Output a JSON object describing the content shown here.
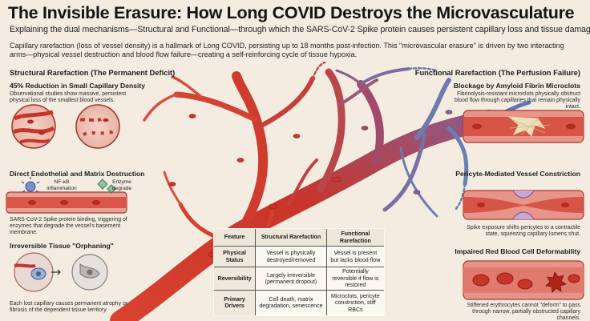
{
  "header": {
    "title": "The Invisible Erasure: How Long COVID Destroys the Microvasculature",
    "subtitle": "Explaining the dual mechanisms—Structural and Functional—through which the SARS-CoV-2 Spike protein causes persistent capillary loss and tissue damage.",
    "intro": "Capillary rarefaction (loss of vessel density) is a hallmark of Long COVID, persisting up to 18 months post-infection. This \"microvascular erasure\" is driven by two interacting arms—physical vessel destruction and blood flow failure—creating a self-reinforcing cycle of tissue hypoxia."
  },
  "left": {
    "heading": "Structural Rarefaction (The Permanent Deficit)",
    "panels": [
      {
        "title": "45% Reduction in Small Capillary Density",
        "text": "Observational studies show massive, persistent physical loss of the smallest blood vessels."
      },
      {
        "title": "Direct Endothelial and Matrix Destruction",
        "text": "SARS-CoV-2 Spike protein binding, triggering of enzymes that degrade the vessel's basement membrane.",
        "labels": {
          "nfkb": "NF-κB inflammation",
          "enzyme": "Enzyme degrade"
        }
      },
      {
        "title": "Irreversible Tissue \"Orphaning\"",
        "text": "Each lost capillary causes permanent atrophy or fibrosis of the dependent tissue territory."
      }
    ]
  },
  "right": {
    "heading": "Functional Rarefaction (The Perfusion Failure)",
    "panels": [
      {
        "title": "Blockage by Amyloid Fibrin Microclots",
        "text": "Fibrinolysis-resistant microclots physically obstruct blood flow through capillaries that remain physically intact."
      },
      {
        "title": "Pericyte-Mediated Vessel Constriction",
        "text": "Spike exposure shifts pericytes to a contractile state, squeezing capillary lumens shut."
      },
      {
        "title": "Impaired Red Blood Cell Deformability",
        "text": "Stiffened erythrocytes cannot \"deform\" to pass through narrow, partially obstructed capillary channels."
      }
    ]
  },
  "table": {
    "headers": [
      "Feature",
      "Structural Rarefaction",
      "Functional Rarefaction"
    ],
    "rows": [
      [
        "Physical Status",
        "Vessel is physically destroyed/removed",
        "Vessel is present but lacks blood flow"
      ],
      [
        "Reversibility",
        "Largely irreversible (permanent dropout)",
        "Potentially reversible if flow is restored"
      ],
      [
        "Primary Drivers",
        "Cell death, matrix degradation, senescence",
        "Microclots, pericyte constriction, stiff RBCs"
      ]
    ]
  },
  "colors": {
    "background": "#f4ece1",
    "vessel_red": "#c8342a",
    "vessel_blue": "#6a7fb3"
  },
  "icons": [
    "capillary-density-circle-icon",
    "sparse-capillary-circle-icon",
    "spike-protein-icon",
    "enzyme-icon",
    "vascular-tree-illustration",
    "microclot-vessel-icon",
    "pericyte-constriction-icon",
    "rbc-deformability-icon",
    "orphaned-cell-icon"
  ]
}
